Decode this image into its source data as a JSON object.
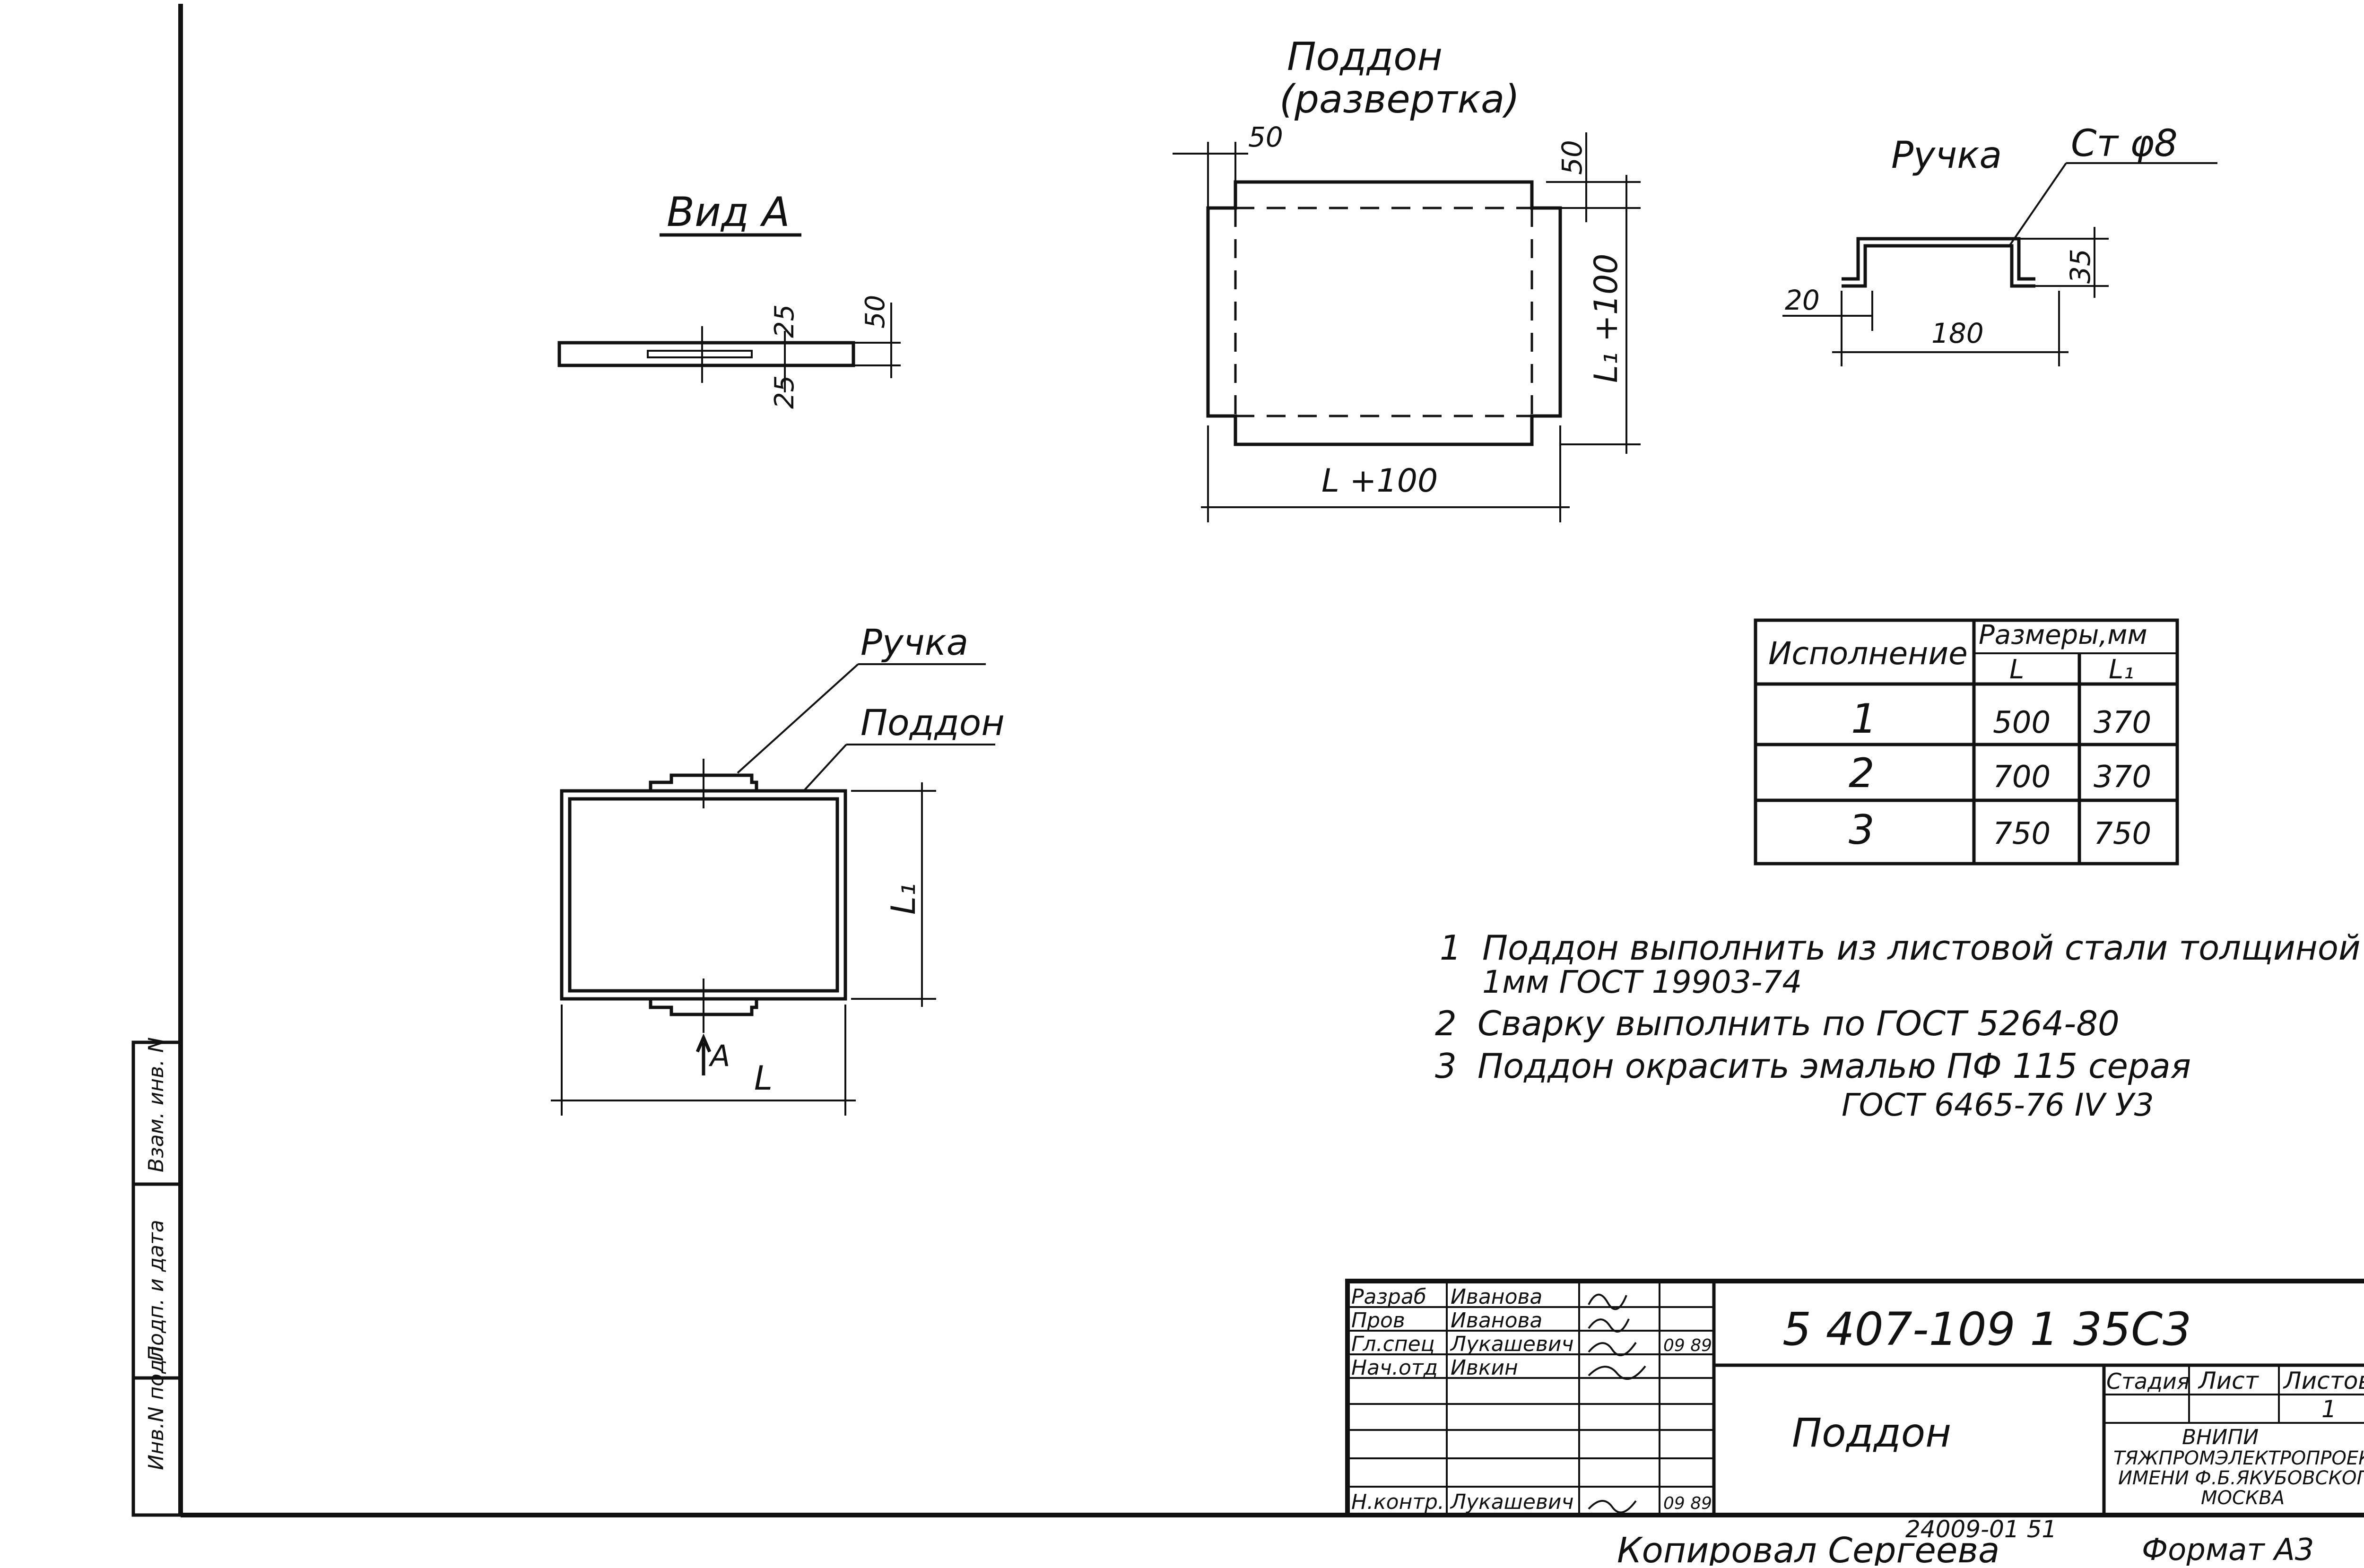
{
  "view_a": {
    "title": "Вид А",
    "dims": [
      "25",
      "25",
      "50"
    ]
  },
  "unfold": {
    "title": "Поддон",
    "subtitle": "(развертка)",
    "dim_top": "50",
    "dim_right_top": "50",
    "dim_height": "L₁ +100",
    "dim_width": "L +100"
  },
  "handle": {
    "title": "Ручка",
    "material": "Ст φ8",
    "dim_left": "20",
    "dim_width": "180",
    "dim_height": "35"
  },
  "plan": {
    "label_handle": "Ручка",
    "label_tray": "Поддон",
    "dim_height": "L₁",
    "dim_width": "L",
    "view_marker": "А"
  },
  "table": {
    "col_variant": "Исполнение",
    "col_sizes": "Размеры,мм",
    "sub_l": "L",
    "sub_l1": "L₁",
    "rows": [
      {
        "variant": "1",
        "l": "500",
        "l1": "370"
      },
      {
        "variant": "2",
        "l": "700",
        "l1": "370"
      },
      {
        "variant": "3",
        "l": "750",
        "l1": "750"
      }
    ]
  },
  "notes": {
    "n1_num": "1",
    "n1_a": "Поддон выполнить из листовой стали толщиной",
    "n1_b": "1мм   ГОСТ 19903-74",
    "n2_num": "2",
    "n2": "Сварку   выполнить по ГОСТ 5264-80",
    "n3_num": "3",
    "n3_a": "Поддон окрасить эмалью  ПФ 115 серая",
    "n3_b": "ГОСТ 6465-76 IV У3"
  },
  "title_block": {
    "code": "5 407-109 1 35С3",
    "name": "Поддон",
    "roles": [
      {
        "role": "Разраб",
        "name": "Иванова",
        "date": ""
      },
      {
        "role": "Пров",
        "name": "Иванова",
        "date": ""
      },
      {
        "role": "Гл.спец",
        "name": "Лукашевич",
        "date": "09 89"
      },
      {
        "role": "Нач.отд",
        "name": "Ивкин",
        "date": ""
      },
      {
        "role": "",
        "name": "",
        "date": ""
      },
      {
        "role": "",
        "name": "",
        "date": ""
      },
      {
        "role": "Н.контр.",
        "name": "Лукашевич",
        "date": "09 89"
      }
    ],
    "stage_label": "Стадия",
    "sheet_label": "Лист",
    "sheets_label": "Листов",
    "sheets_value": "1",
    "org_line1": "ВНИПИ",
    "org_line2": "ТЯЖПРОМЭЛЕКТРОПРОЕКТ",
    "org_line3": "ИМЕНИ Ф.Б.ЯКУБОВСКОГО",
    "org_line4": "МОСКВА",
    "inv_number": "24009-01  51",
    "copied": "Копировал  Сергеева",
    "format": "Формат А3"
  },
  "side_stamp": {
    "s1": "Инв.N подл.",
    "s2": "Подп. и дата",
    "s3": "Взам. инв. N"
  }
}
